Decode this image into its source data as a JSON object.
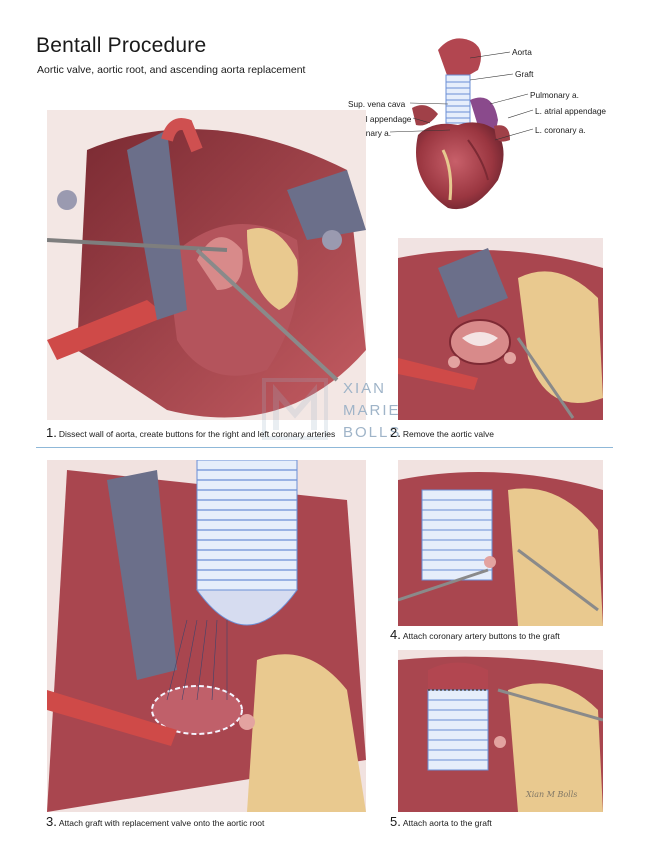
{
  "header": {
    "title": "Bentall Procedure",
    "subtitle": "Aortic valve, aortic root, and ascending aorta replacement"
  },
  "anatomy_labels": {
    "aorta": "Aorta",
    "graft": "Graft",
    "pulmonary": "Pulmonary a.",
    "l_atrial": "L. atrial appendage",
    "l_coronary": "L. coronary a.",
    "sup_vena_cava": "Sup. vena cava",
    "r_atrial": "R. atrial appendage",
    "r_coronary": "R. coronary a."
  },
  "steps": [
    {
      "num": "1.",
      "text": "Dissect wall of aorta, create buttons for the right and left coronary arteries"
    },
    {
      "num": "2.",
      "text": "Remove the aortic valve"
    },
    {
      "num": "3.",
      "text": "Attach graft with replacement valve onto the aortic root"
    },
    {
      "num": "4.",
      "text": "Attach coronary artery buttons to the graft"
    },
    {
      "num": "5.",
      "text": "Attach aorta to the graft"
    }
  ],
  "watermark": {
    "line1": "XIAN",
    "line2": "MARIE",
    "line3": "BOLLS"
  },
  "signature": "Xian M Bolls",
  "colors": {
    "tissue": "#b8525a",
    "tissue_dark": "#7e2a34",
    "fat": "#e9c98f",
    "retractor": "#6b6f8a",
    "graft": "#6b8fd6",
    "divider": "#8fb8d8"
  }
}
